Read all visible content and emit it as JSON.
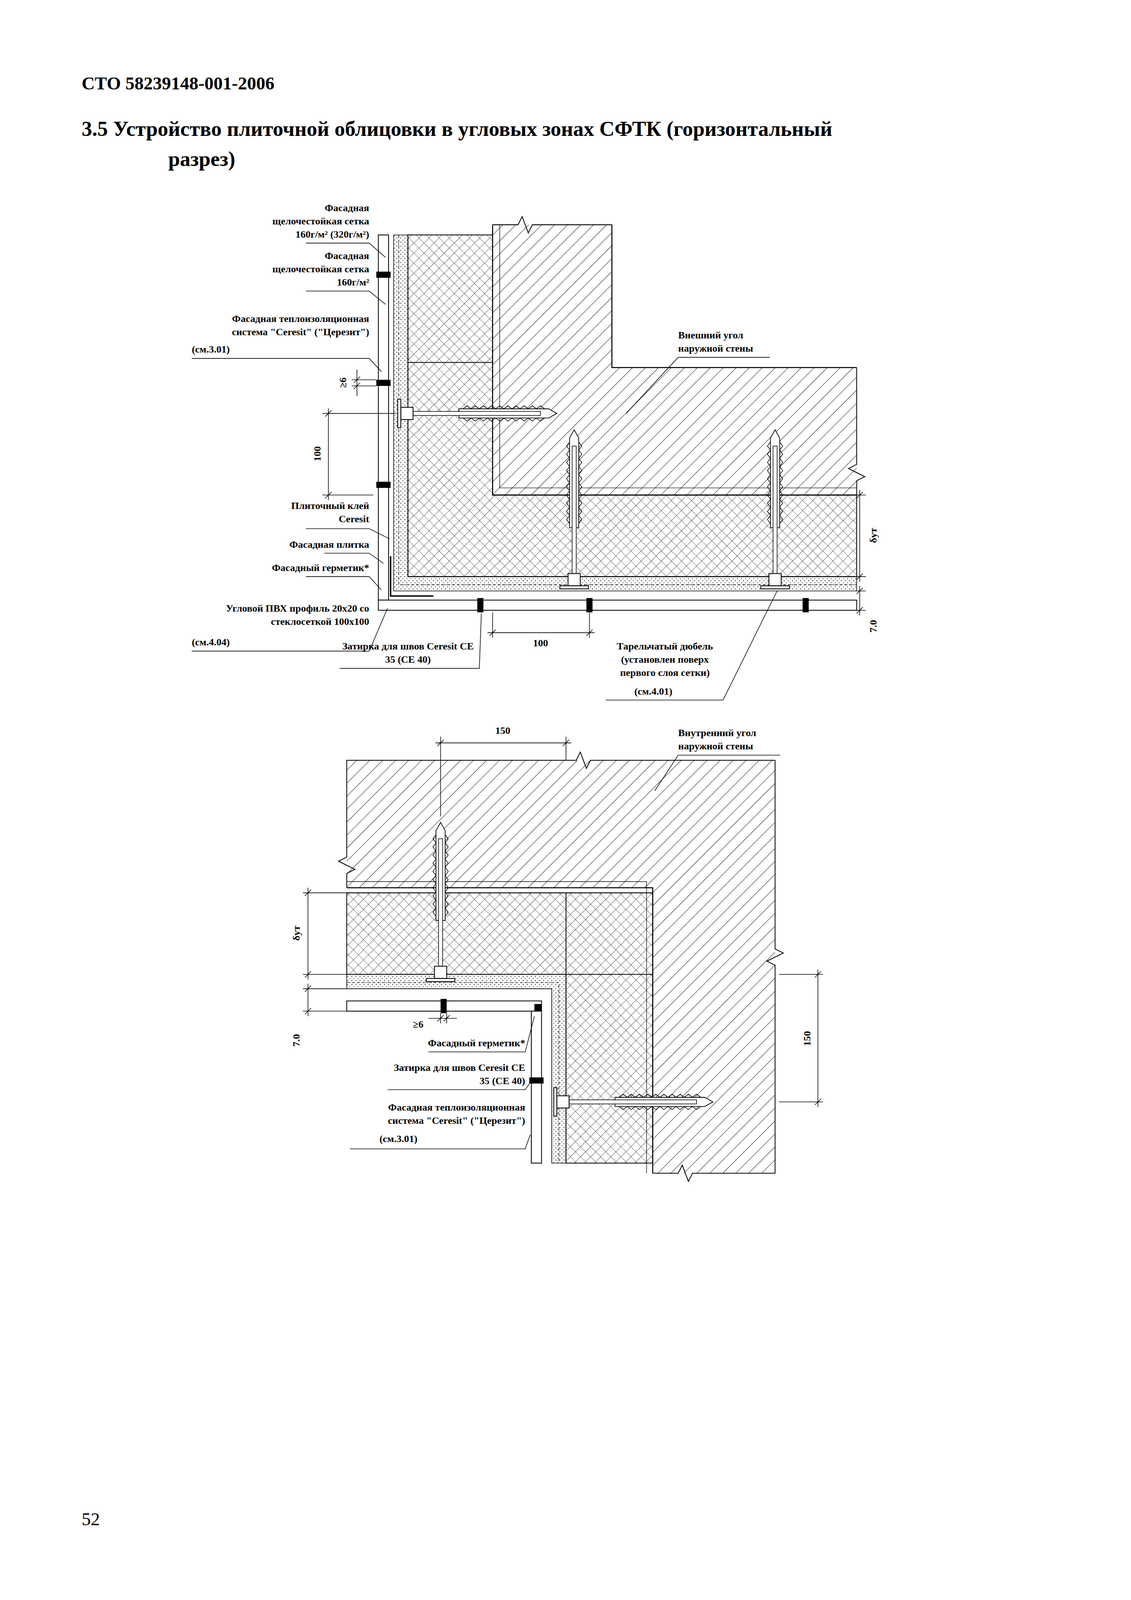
{
  "diagram": {
    "title": "3.5 Устройство плиточной облицовки в угловых зонах СФТК (горизонтальный разрез)",
    "labels": [
      "СТО 58239148-001-2006",
      "Фасадная щелочестойкая сетка 160г/м² (320г/м²)",
      "Фасадная щелочестойкая сетка 160г/м²",
      "Фасадная теплоизоляционная система \"Ceresit\" (\"Церезит\")",
      "(см.3.01)",
      "Плиточный клей Ceresit",
      "Фасадная плитка",
      "Фасадный герметик*",
      "Угловой ПВХ профиль 20х20 со стеклосеткой 100х100",
      "(см.4.04)",
      "Затирка для швов Ceresit CE 35 (CE 40)",
      "Тарельчатый дюбель (установлен поверх первого слоя сетки)",
      "(см.4.01)",
      "Внешний угол наружной стены",
      "≥6",
      "100",
      "δут",
      "7.0",
      "100",
      "150",
      "Внутренний угол наружной стены",
      "δут",
      "7.0",
      "≥6",
      "Фасадный герметик*",
      "Затирка для швов Ceresit CE 35 (CE 40)",
      "Фасадная теплоизоляционная система \"Ceresit\" (\"Церезит\")",
      "(см.3.01)",
      "150",
      "52"
    ]
  }
}
